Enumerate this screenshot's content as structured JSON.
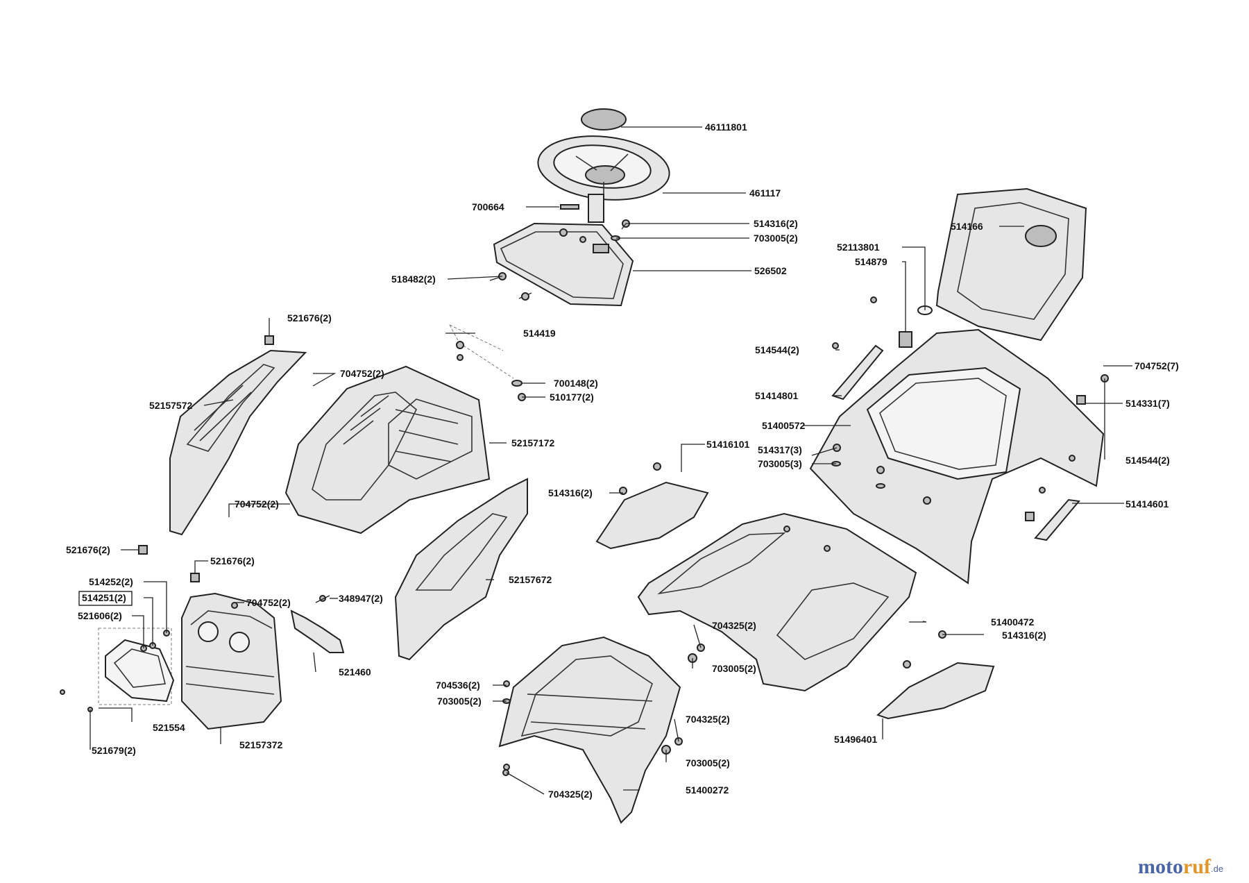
{
  "labels": {
    "l46111801": "46111801",
    "l461117": "461117",
    "l700664": "700664",
    "l514316_top": "514316(2)",
    "l703005_top": "703005(2)",
    "l526502": "526502",
    "l518482": "518482(2)",
    "l514166": "514166",
    "l52113801": "52113801",
    "l514879": "514879",
    "l521676_a": "521676(2)",
    "l514419": "514419",
    "l704752_a": "704752(2)",
    "l700148": "700148(2)",
    "l510177": "510177(2)",
    "l52157572": "52157572",
    "l52157172": "52157172",
    "l514544_a": "514544(2)",
    "l51414801": "51414801",
    "l704752_7": "704752(7)",
    "l514331": "514331(7)",
    "l51400572": "51400572",
    "l514317": "514317(3)",
    "l703005_3": "703005(3)",
    "l51416101": "51416101",
    "l514544_b": "514544(2)",
    "l514316_mid": "514316(2)",
    "l51414601": "51414601",
    "l704752_b": "704752(2)",
    "l521676_b": "521676(2)",
    "l521676_c": "521676(2)",
    "l514252": "514252(2)",
    "l514251": "514251(2)",
    "l521606": "521606(2)",
    "l704752_c": "704752(2)",
    "l348947": "348947(2)",
    "l52157672": "52157672",
    "l521460": "521460",
    "l51400472": "51400472",
    "l514316_bot": "514316(2)",
    "l704325_a": "704325(2)",
    "l703005_a": "703005(2)",
    "l704536": "704536(2)",
    "l703005_b": "703005(2)",
    "l521554": "521554",
    "l52157372": "52157372",
    "l521679": "521679(2)",
    "l704325_b": "704325(2)",
    "l703005_c": "703005(2)",
    "l51496401": "51496401",
    "l704325_c": "704325(2)",
    "l51400272": "51400272"
  },
  "brand": {
    "a": "moto",
    "b": "ruf",
    "c": ".de"
  }
}
